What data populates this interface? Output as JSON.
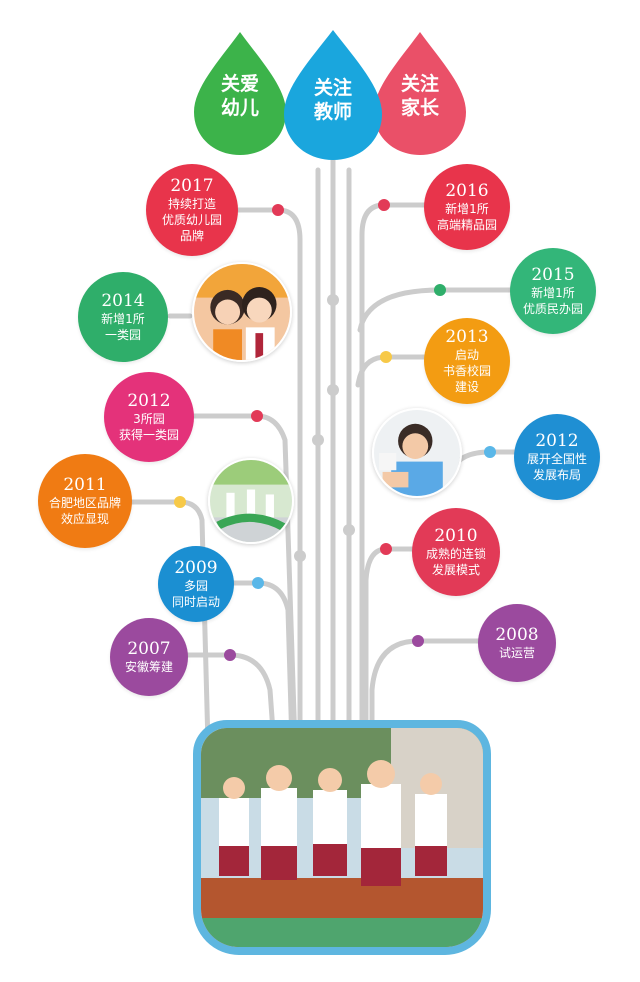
{
  "leaves": [
    {
      "label": "关爱\n幼儿",
      "color": "#3cb34a"
    },
    {
      "label": "关注\n教师",
      "color": "#1aa6dd"
    },
    {
      "label": "关注\n家长",
      "color": "#ea5068"
    }
  ],
  "milestones": [
    {
      "id": "2017",
      "year": "2017",
      "text": "持续打造\n优质幼儿园\n品牌",
      "color": "#e8344b"
    },
    {
      "id": "2016",
      "year": "2016",
      "text": "新增1所\n高端精品园",
      "color": "#e8344b"
    },
    {
      "id": "2015",
      "year": "2015",
      "text": "新增1所\n优质民办园",
      "color": "#33b679"
    },
    {
      "id": "2014",
      "year": "2014",
      "text": "新增1所\n一类园",
      "color": "#2fae6a"
    },
    {
      "id": "2013",
      "year": "2013",
      "text": "启动\n书香校园\n建设",
      "color": "#f39c12"
    },
    {
      "id": "2012a",
      "year": "2012",
      "text": "3所园\n获得一类园",
      "color": "#e4327a"
    },
    {
      "id": "2012b",
      "year": "2012",
      "text": "展开全国性\n发展布局",
      "color": "#1f8fd3"
    },
    {
      "id": "2011",
      "year": "2011",
      "text": "合肥地区品牌\n效应显现",
      "color": "#f07b13"
    },
    {
      "id": "2010",
      "year": "2010",
      "text": "成熟的连锁\n发展模式",
      "color": "#e23a57"
    },
    {
      "id": "2009",
      "year": "2009",
      "text": "多园\n同时启动",
      "color": "#1b8fd2"
    },
    {
      "id": "2008",
      "year": "2008",
      "text": "试运营",
      "color": "#9b4a9e"
    },
    {
      "id": "2007",
      "year": "2007",
      "text": "安徽筹建",
      "color": "#9b4a9e"
    }
  ],
  "photos": [
    "girls-photo",
    "boy-photo",
    "children-playing-photo"
  ],
  "colors": {
    "branch": "#cccccc",
    "pot_border": "#5eb6e0",
    "dot_red": "#e23a57",
    "dot_green": "#2fae6a",
    "dot_yellow": "#f7c948",
    "dot_blue": "#5ab7e8",
    "dot_purple": "#9b4a9e"
  }
}
